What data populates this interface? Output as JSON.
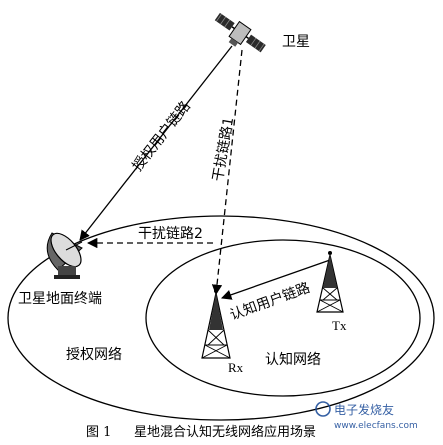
{
  "labels": {
    "satellite": "卫星",
    "authorized_link": "授权用户链路",
    "interference_link_1": "干扰链路1",
    "interference_link_2": "干扰链路2",
    "ground_terminal": "卫星地面终端",
    "cognitive_link": "认知用户链路",
    "rx": "Rx",
    "tx": "Tx",
    "authorized_network": "授权网络",
    "cognitive_network": "认知网络"
  },
  "caption": {
    "figure_no": "图 1",
    "text": "星地混合认知无线网络应用场景"
  },
  "watermark": {
    "brand": "电子发烧友",
    "url": "www.elecfans.com"
  },
  "colors": {
    "ink": "#000000",
    "watermark": "#1f4e9a"
  }
}
